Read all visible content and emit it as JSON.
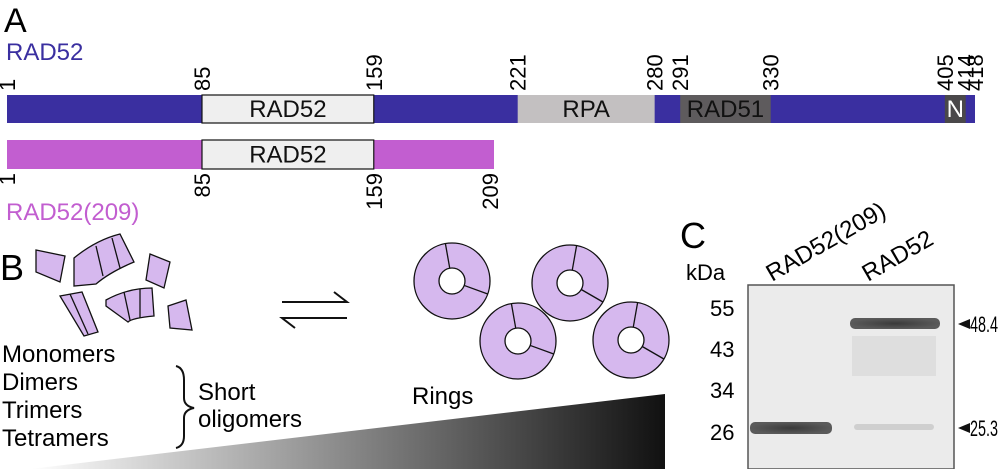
{
  "panelA": {
    "letter": "A",
    "full": {
      "name": "RAD52",
      "color": "#3a2fa0",
      "length": 418,
      "ticks": [
        "1",
        "85",
        "159",
        "221",
        "280",
        "291",
        "330",
        "405",
        "414",
        "418"
      ],
      "domains": [
        {
          "label": "RAD52",
          "start": 85,
          "end": 159,
          "color": "#efefef"
        },
        {
          "label": "RPA",
          "start": 221,
          "end": 280,
          "color": "#c3c0c1"
        },
        {
          "label": "RAD51",
          "start": 291,
          "end": 330,
          "color": "#5e5b5d"
        },
        {
          "label": "N",
          "start": 405,
          "end": 414,
          "color": "#4a484a"
        }
      ]
    },
    "truncated": {
      "name": "RAD52(209)",
      "color": "#c25ed0",
      "length": 209,
      "ticks": [
        "1",
        "85",
        "159",
        "209"
      ],
      "domains": [
        {
          "label": "RAD52",
          "start": 85,
          "end": 159,
          "color": "#efefef"
        }
      ]
    }
  },
  "panelB": {
    "letter": "B",
    "states": [
      "Monomers",
      "Dimers",
      "Trimers",
      "Tetramers"
    ],
    "short_label_1": "Short",
    "short_label_2": "oligomers",
    "rings_label": "Rings",
    "fill_color": "#d6b8ee"
  },
  "panelC": {
    "letter": "C",
    "unit": "kDa",
    "lanes": [
      "RAD52(209)",
      "RAD52"
    ],
    "markers": [
      "55",
      "43",
      "34",
      "26"
    ],
    "band_labels": [
      "48.4",
      "25.3"
    ]
  }
}
